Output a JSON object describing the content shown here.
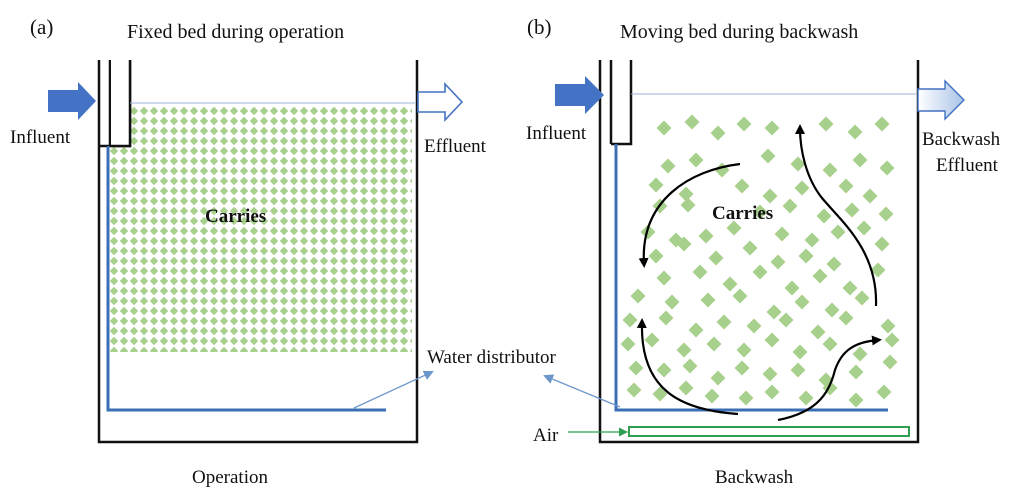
{
  "panel_a": {
    "tag": "(a)",
    "title": "Fixed bed during operation",
    "influent": "Influent",
    "effluent": "Effluent",
    "carriers": "Carries",
    "caption": "Operation"
  },
  "panel_b": {
    "tag": "(b)",
    "title": "Moving bed during backwash",
    "influent": "Influent",
    "effluent_line1": "Backwash",
    "effluent_line2": "Effluent",
    "carriers": "Carries",
    "air": "Air",
    "caption": "Backwash"
  },
  "shared": {
    "water_distributor": "Water distributor"
  },
  "colors": {
    "tank_wall": "#111111",
    "distributor": "#3a6fb5",
    "carrier_fill": "#a8d08d",
    "inlet_arrow": "#4472c4",
    "outlet_arrow_stroke": "#4472c4",
    "air_pipe": "#2e9e4f",
    "leader_line": "#6a96cc",
    "flow_arrow": "#000000"
  }
}
